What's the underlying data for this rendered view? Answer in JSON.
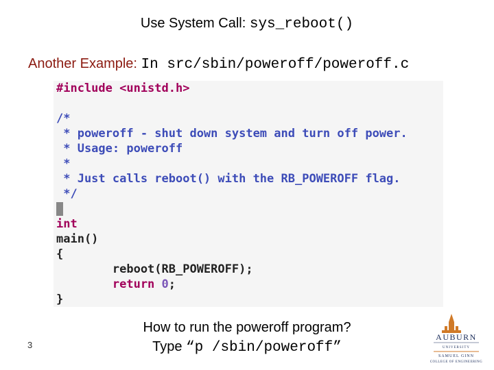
{
  "slide": {
    "title_prefix": "Use System Call:",
    "title_code": "sys_reboot()",
    "subtitle_label": "Another Example:",
    "subtitle_code": "In src/sbin/poweroff/poweroff.c",
    "code_lines": [
      "#include <unistd.h>",
      "",
      "/*",
      " * poweroff - shut down system and turn off power.",
      " * Usage: poweroff",
      " *",
      " * Just calls reboot() with the RB_POWEROFF flag.",
      " */",
      "",
      "int",
      "main()",
      "{",
      "        reboot(RB_POWEROFF);",
      "        return 0;",
      "}"
    ],
    "question": "How to run the poweroff program?",
    "command_prefix": "Type",
    "command_code": "“p /sbin/poweroff”",
    "slide_number": "3",
    "logo_name": "AUBURN",
    "logo_sub1": "UNIVERSITY",
    "logo_sub2": "SAMUEL GINN",
    "logo_sub3": "COLLEGE OF ENGINEERING",
    "colors": {
      "accent": "#8b1a10",
      "code_background": "#f5f5f5",
      "keyword": "#a1005a",
      "comment": "#3d4cb8",
      "number": "#7a55b8",
      "logo": "#d07a28"
    }
  }
}
